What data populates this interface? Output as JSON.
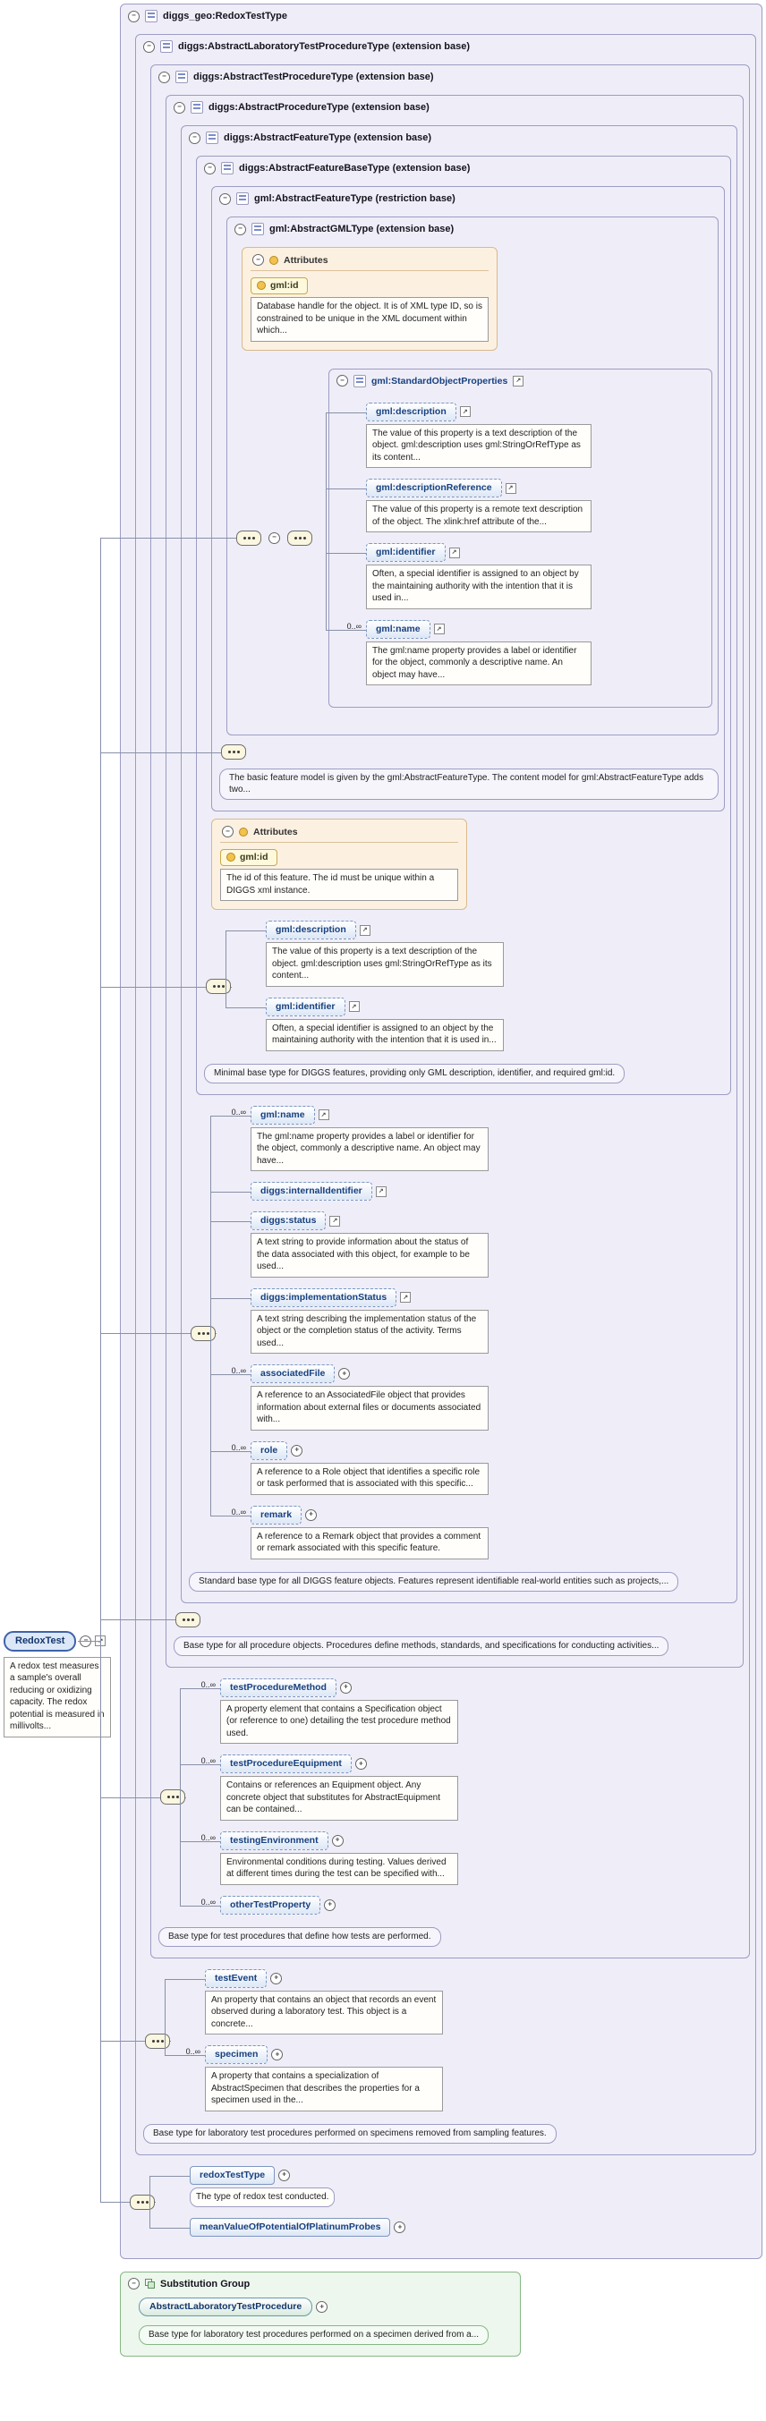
{
  "icons": {
    "collapse": "−",
    "expand": "+",
    "ref": "↗"
  },
  "labels": {
    "attributes": "Attributes",
    "substitution_group": "Substitution Group"
  },
  "root": {
    "title": "diggs_geo:RedoxTestType"
  },
  "bases": {
    "lab_test_procedure": {
      "title": "diggs:AbstractLaboratoryTestProcedureType (extension base)",
      "elements": [
        {
          "name": "testEvent",
          "doc": "An property that contains an object that records an event observed during a laboratory test. This object is a concrete..."
        },
        {
          "name": "specimen",
          "occurs": "0..∞",
          "doc": "A property that contains a specialization of AbstractSpecimen that describes the properties for a specimen used in the..."
        }
      ],
      "note": "Base type for laboratory test procedures performed on specimens removed from sampling features."
    },
    "test_procedure": {
      "title": "diggs:AbstractTestProcedureType (extension base)",
      "elements": [
        {
          "name": "testProcedureMethod",
          "occurs": "0..∞",
          "doc": "A property element that contains a Specification object (or reference to one) detailing the test procedure method used."
        },
        {
          "name": "testProcedureEquipment",
          "occurs": "0..∞",
          "doc": "Contains or references an Equipment object. Any concrete object that substitutes for AbstractEquipment can be contained..."
        },
        {
          "name": "testingEnvironment",
          "occurs": "0..∞",
          "doc": "Environmental conditions during testing. Values derived at different times during the test can be specified with..."
        },
        {
          "name": "otherTestProperty",
          "occurs": "0..∞"
        }
      ],
      "note": "Base type for test procedures that define how tests are performed."
    },
    "procedure": {
      "title": "diggs:AbstractProcedureType (extension base)",
      "note": "Base type for all procedure objects. Procedures define methods, standards, and specifications for conducting activities..."
    },
    "feature": {
      "title": "diggs:AbstractFeatureType (extension base)",
      "elements": [
        {
          "name": "gml:name",
          "occurs": "0..∞",
          "doc": "The gml:name property provides a label or identifier for the object, commonly a descriptive name. An object may have..."
        },
        {
          "name": "diggs:internalIdentifier"
        },
        {
          "name": "diggs:status",
          "doc": "A text string to provide information about the status of the data associated with this object, for example to be used..."
        },
        {
          "name": "diggs:implementationStatus",
          "doc": "A text string describing the implementation status of the object or the completion status of the activity. Terms used..."
        },
        {
          "name": "associatedFile",
          "occurs": "0..∞",
          "doc": "A reference to an AssociatedFile object that provides information about external files or documents associated with..."
        },
        {
          "name": "role",
          "occurs": "0..∞",
          "doc": "A reference to a Role object that identifies a specific role or task performed that is associated with this specific..."
        },
        {
          "name": "remark",
          "occurs": "0..∞",
          "doc": "A reference to a Remark object that provides a comment or remark associated with this specific feature."
        }
      ],
      "note": "Standard base type for all DIGGS feature objects. Features represent identifiable real-world entities such as projects,..."
    },
    "feature_base": {
      "title": "diggs:AbstractFeatureBaseType (extension base)",
      "attribute": {
        "name": "gml:id",
        "doc": "The id of this feature. The id must be unique within a DIGGS xml instance."
      },
      "elements": [
        {
          "name": "gml:description",
          "doc": "The value of this property is a text description of the object. gml:description uses gml:StringOrRefType as its content..."
        },
        {
          "name": "gml:identifier",
          "doc": "Often, a special identifier is assigned to an object by the maintaining authority with the intention that it is used in..."
        }
      ],
      "note": "Minimal base type for DIGGS features, providing only GML description, identifier, and required gml:id."
    },
    "gml_feature": {
      "title": "gml:AbstractFeatureType (restriction base)",
      "note": "The basic feature model is given by the gml:AbstractFeatureType. The content model for gml:AbstractFeatureType adds two..."
    },
    "gml_object": {
      "title": "gml:AbstractGMLType (extension base)",
      "attribute": {
        "name": "gml:id",
        "doc": "Database handle for the object. It is of XML type ID, so is constrained to be unique in the XML document within which..."
      },
      "group": {
        "title": "gml:StandardObjectProperties",
        "elements": [
          {
            "name": "gml:description",
            "doc": "The value of this property is a text description of the object. gml:description uses gml:StringOrRefType as its content..."
          },
          {
            "name": "gml:descriptionReference",
            "doc": "The value of this property is a remote text description of the object. The xlink:href attribute of the..."
          },
          {
            "name": "gml:identifier",
            "doc": "Often, a special identifier is assigned to an object by the maintaining authority with the intention that it is used in..."
          },
          {
            "name": "gml:name",
            "occurs": "0..∞",
            "doc": "The gml:name property provides a label or identifier for the object, commonly a descriptive name. An object may have..."
          }
        ]
      }
    }
  },
  "own": {
    "elements": [
      {
        "name": "redoxTestType",
        "doc": "The type of redox test conducted."
      },
      {
        "name": "meanValueOfPotentialOfPlatinumProbes"
      }
    ]
  },
  "global_element": {
    "name": "RedoxTest",
    "doc": "A redox test measures a sample's overall reducing or oxidizing capacity. The redox potential is measured in millivolts..."
  },
  "substitution_group": {
    "element": "AbstractLaboratoryTestProcedure",
    "doc": "Base type for laboratory test procedures performed on a specimen derived from a..."
  }
}
